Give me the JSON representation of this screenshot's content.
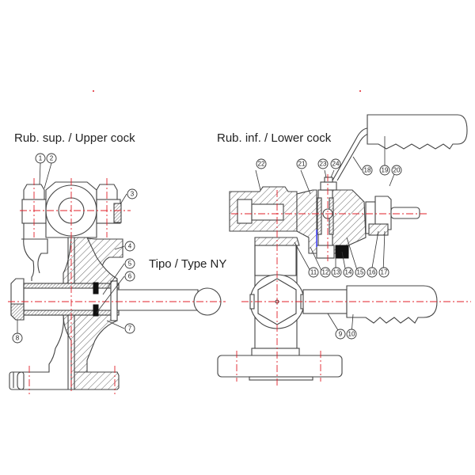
{
  "titles": {
    "upper": "Rub. sup. / Upper cock",
    "lower": "Rub. inf. / Lower cock",
    "type": "Tipo / Type NY"
  },
  "part_numbers": [
    "1",
    "2",
    "3",
    "4",
    "5",
    "6",
    "7",
    "8",
    "9",
    "10",
    "11",
    "12",
    "13",
    "14",
    "15",
    "16",
    "17",
    "18",
    "19",
    "20",
    "21",
    "22",
    "23",
    "24"
  ],
  "colors": {
    "outline": "#444444",
    "centerline": "#e0202a",
    "text": "#222222"
  }
}
